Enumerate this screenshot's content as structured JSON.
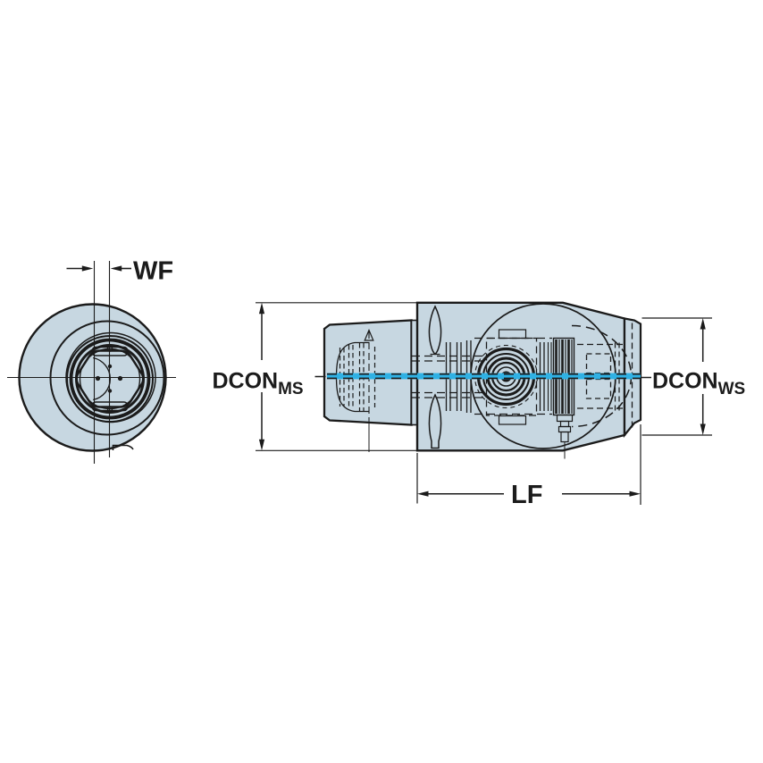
{
  "colors": {
    "background": "#ffffff",
    "body_fill": "#c7d7e1",
    "line": "#1b1b1b",
    "centerline": "#2fb1e4"
  },
  "dimensions": {
    "wf": {
      "label": "WF"
    },
    "dcon_ms": {
      "main": "DCON",
      "sub": "MS"
    },
    "dcon_ws": {
      "main": "DCON",
      "sub": "WS"
    },
    "lf": {
      "label": "LF"
    }
  }
}
